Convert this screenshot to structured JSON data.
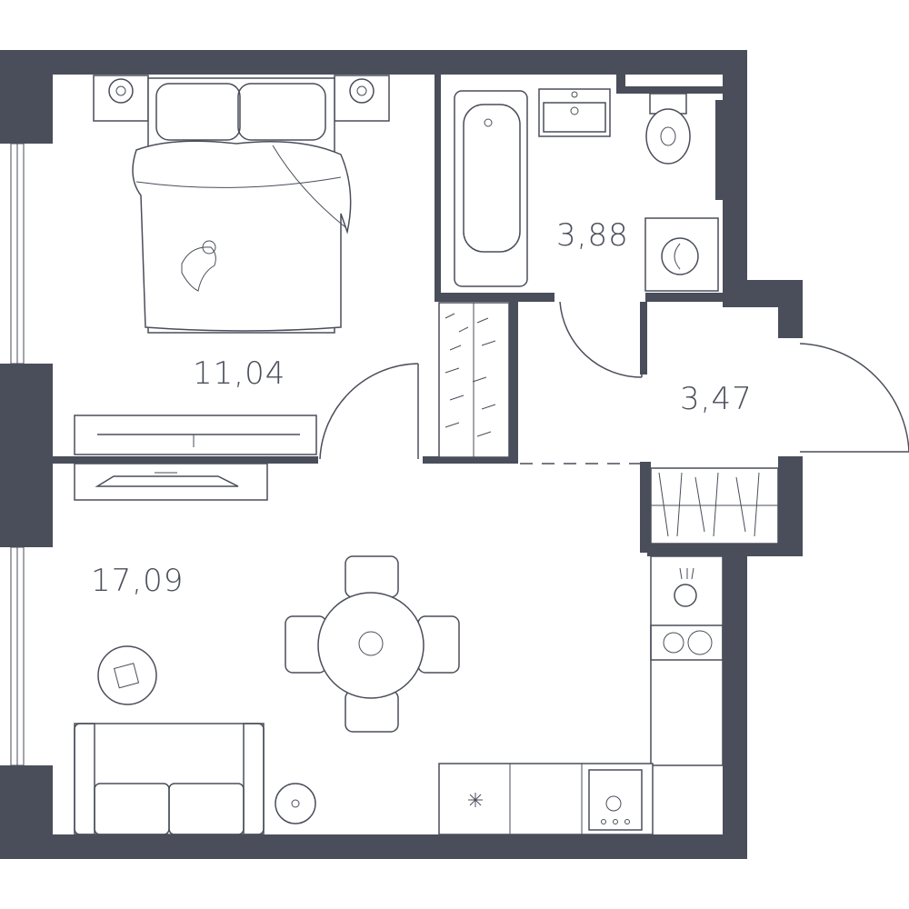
{
  "plan": {
    "colors": {
      "wall": "#4a4e5a",
      "line": "#4a4e5a",
      "background": "#ffffff"
    },
    "rooms": [
      {
        "id": "bedroom",
        "area": "11,04"
      },
      {
        "id": "bathroom",
        "area": "3,88"
      },
      {
        "id": "hallway",
        "area": "3,47"
      },
      {
        "id": "living-kitchen",
        "area": "17,09"
      }
    ]
  }
}
